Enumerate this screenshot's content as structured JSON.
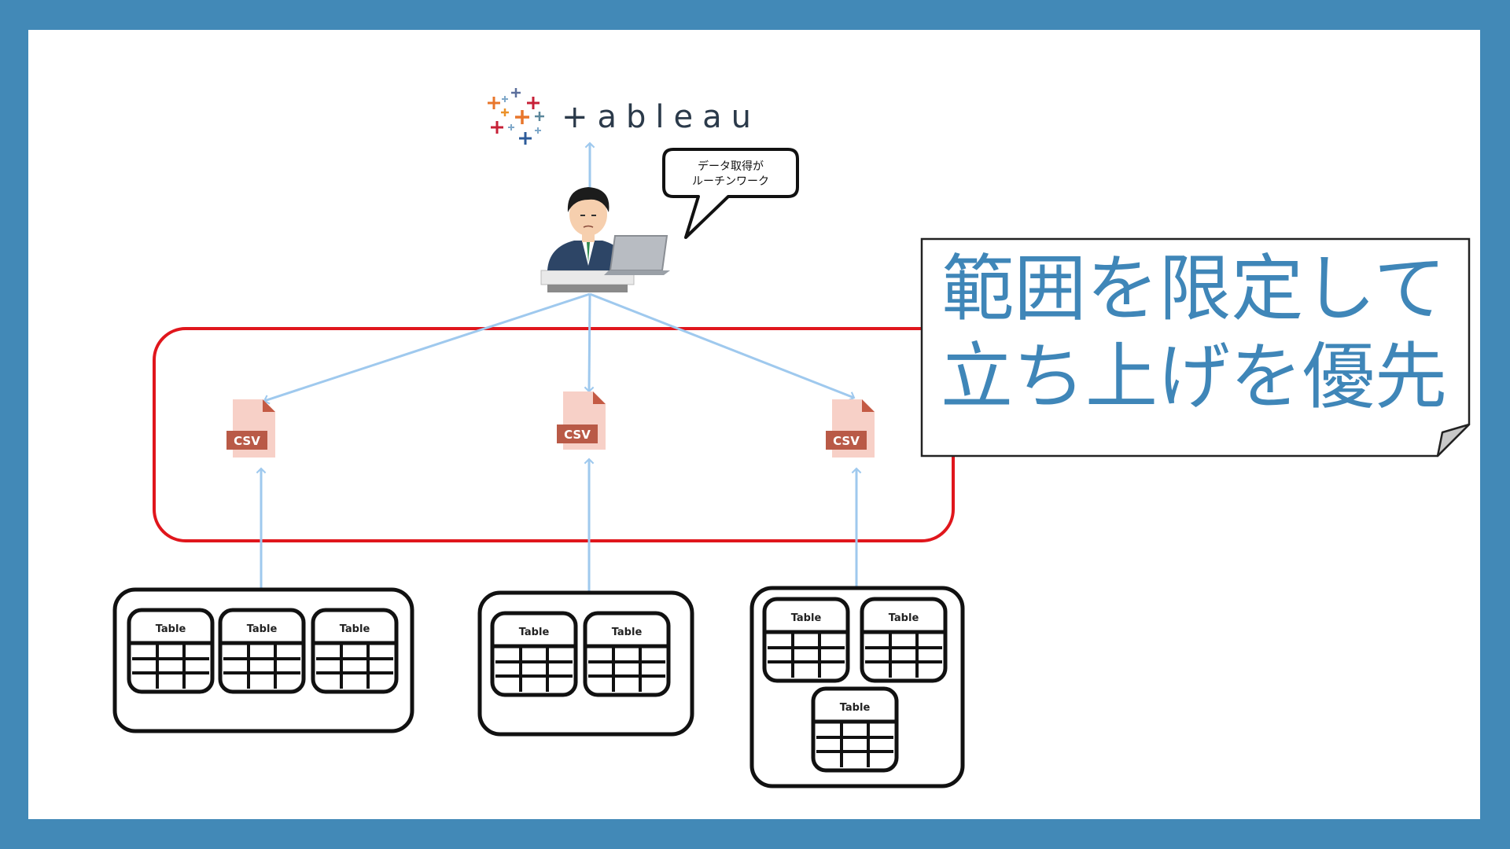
{
  "logo": {
    "text": "+ableau",
    "icon": "tableau-cross-icon"
  },
  "speech_bubble": {
    "lines": [
      "データ取得が",
      "ルーチンワーク"
    ]
  },
  "person": {
    "icon": "office-worker-laptop-icon"
  },
  "csv_files": [
    {
      "label": "CSV"
    },
    {
      "label": "CSV"
    },
    {
      "label": "CSV"
    }
  ],
  "databases": [
    {
      "tables": [
        "Table",
        "Table",
        "Table"
      ]
    },
    {
      "tables": [
        "Table",
        "Table"
      ]
    },
    {
      "tables": [
        "Table",
        "Table",
        "Table"
      ]
    }
  ],
  "callout": {
    "lines": [
      "範囲を限定して",
      "立ち上げを優先"
    ]
  },
  "colors": {
    "border": "#4289b7",
    "arrow": "#9fc9ee",
    "highlight_frame": "#e0161c",
    "callout_text": "#3f86b8",
    "csv_badge": "#b95a47",
    "csv_page": "#f7d0c7"
  }
}
